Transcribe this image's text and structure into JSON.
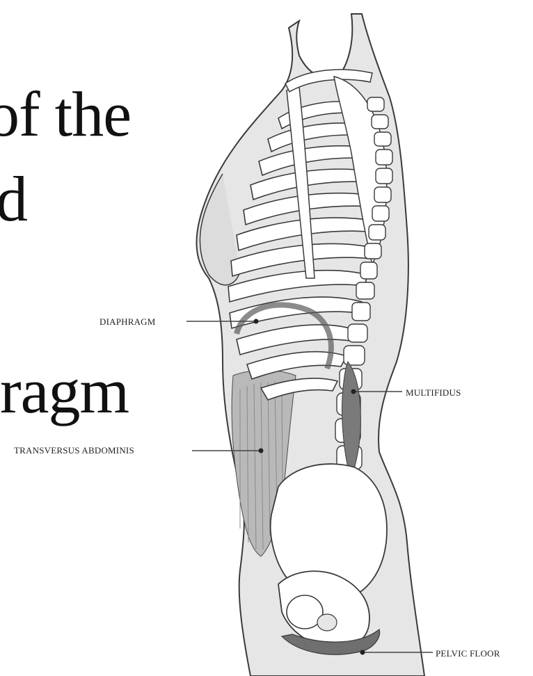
{
  "slide": {
    "line1": "of the",
    "line2": "d",
    "line3": "ragm"
  },
  "labels": {
    "diaphragm": "DIAPHRAGM",
    "multifidus": "MULTIFIDUS",
    "transversus_abdominis": "TRANSVERSUS ABDOMINIS",
    "pelvic_floor": "PELVIC FLOOR"
  },
  "colors": {
    "body_fill": "#e6e6e6",
    "outline": "#3a3a3a",
    "bone_fill": "#ffffff",
    "muscle_fill": "#b9b9b9",
    "pelvic_floor_fill": "#6f6f6f"
  }
}
